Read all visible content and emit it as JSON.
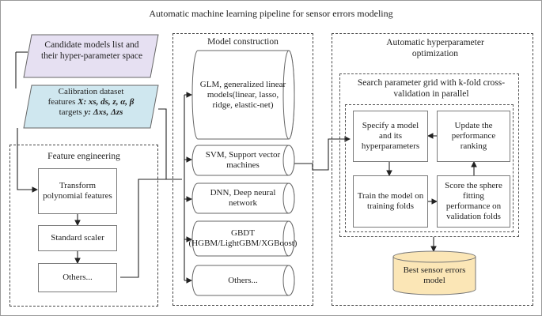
{
  "title": "Automatic machine learning pipeline for sensor errors modeling",
  "inputs": {
    "candidate": "Candidate models list and their hyper-parameter space",
    "calibration_line1": "Calibration dataset",
    "calibration_line2_prefix": "features ",
    "calibration_line2_vars": "X: xs, ds, z, α, β",
    "calibration_line3_prefix": "targets ",
    "calibration_line3_vars": "y: Δxs, Δzs",
    "candidate_color": "#e6e0f2",
    "calibration_color": "#cfe7ef"
  },
  "feature_engineering": {
    "title": "Feature engineering",
    "steps": [
      "Transform polynomial features",
      "Standard scaler",
      "Others..."
    ]
  },
  "model_construction": {
    "title": "Model construction",
    "models": [
      "GLM, generalized linear models(linear, lasso, ridge, elastic-net)",
      "SVM, Support vector machines",
      "DNN, Deep neural network",
      "GBDT (HGBM/LightGBM/XGBoost)",
      "Others..."
    ]
  },
  "hyperparameter": {
    "title": "Automatic hyperparameter optimization",
    "search_title": "Search parameter grid with k-fold cross-validation in parallel",
    "steps": [
      "Specify a model and its hyperparameters",
      "Update the performance ranking",
      "Train the model on training folds",
      "Score the sphere fitting performance on validation folds"
    ],
    "result": "Best sensor errors model",
    "result_color": "#fbe6b6"
  }
}
